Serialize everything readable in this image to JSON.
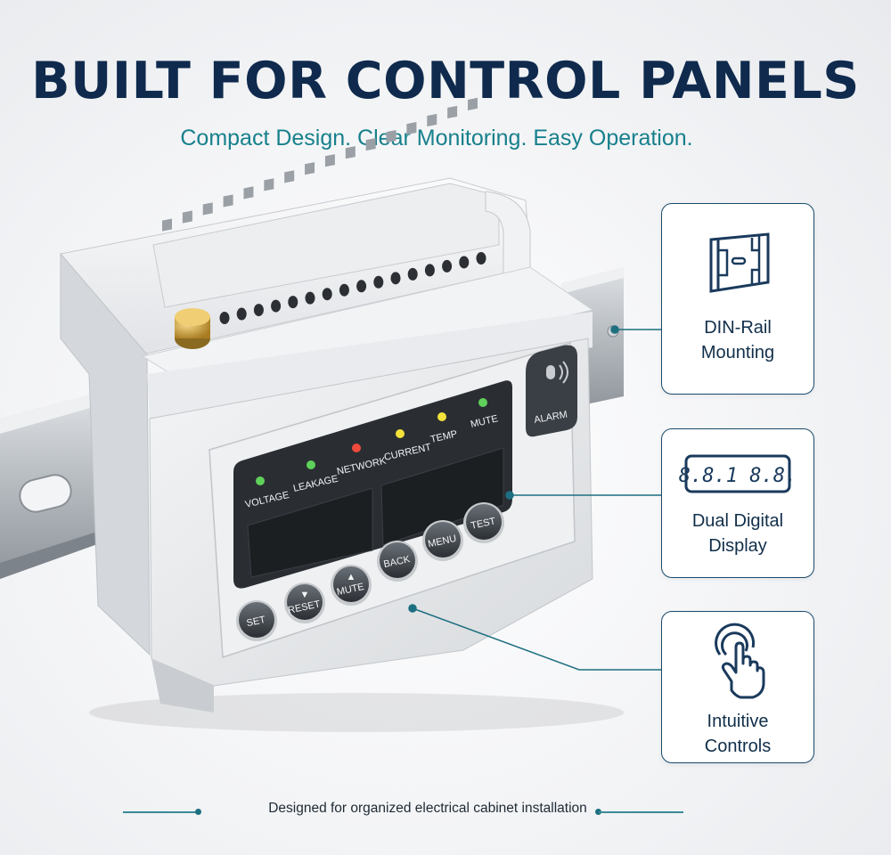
{
  "headline": "BUILT FOR CONTROL PANELS",
  "subheadline": "Compact Design. Clear Monitoring. Easy Operation.",
  "device": {
    "indicators": [
      {
        "label": "VOLTAGE",
        "color": "#5fd15a"
      },
      {
        "label": "LEAKAGE",
        "color": "#5fd15a"
      },
      {
        "label": "NETWORK",
        "color": "#ef4a3c"
      },
      {
        "label": "CURRENT",
        "color": "#f3e23a"
      },
      {
        "label": "TEMP",
        "color": "#f3e23a"
      },
      {
        "label": "MUTE",
        "color": "#5fd15a"
      }
    ],
    "alarm_label": "ALARM",
    "buttons": [
      {
        "label": "SET",
        "arrow": ""
      },
      {
        "label": "RESET",
        "arrow": "▼"
      },
      {
        "label": "MUTE",
        "arrow": "▲"
      },
      {
        "label": "BACK",
        "arrow": ""
      },
      {
        "label": "MENU",
        "arrow": ""
      },
      {
        "label": "TEST",
        "arrow": ""
      }
    ]
  },
  "callouts": [
    {
      "icon": "din-rail-icon",
      "lines": [
        "DIN-Rail",
        "Mounting"
      ]
    },
    {
      "icon": "digital-display-icon",
      "display_text": "8.8.1 8.8.",
      "lines": [
        "Dual Digital",
        "Display"
      ]
    },
    {
      "icon": "touch-hand-icon",
      "lines": [
        "Intuitive",
        "Controls"
      ]
    }
  ],
  "footer": "Designed for organized electrical cabinet installation",
  "colors": {
    "headline": "#0f2a4d",
    "subheadline": "#17808c",
    "accent_line": "#1d6f80",
    "device_body": "#e6e8ea",
    "panel_dark": "#2a2e33"
  }
}
